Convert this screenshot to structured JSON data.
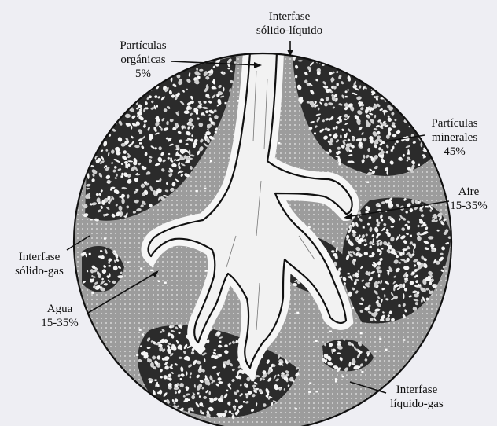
{
  "labels": {
    "interfase_solido_liquido": [
      "Interfase",
      "sólido-líquido"
    ],
    "particulas_organicas": [
      "Partículas",
      "orgánicas",
      "5%"
    ],
    "particulas_minerales": [
      "Partículas",
      "minerales",
      "45%"
    ],
    "aire": [
      "Aire",
      "15-35%"
    ],
    "interfase_solido_gas": [
      "Interfase",
      "sólido-gas"
    ],
    "agua": [
      "Agua",
      "15-35%"
    ],
    "interfase_liquido_gas": [
      "Interfase",
      "líquido-gas"
    ]
  },
  "colors": {
    "page": "#eeeef3",
    "water": "#9a9a9a",
    "mineral_fill": "#2a2a2a",
    "grain": "#f4f4f4",
    "root": "#f2f2f2",
    "outline": "#111111"
  }
}
